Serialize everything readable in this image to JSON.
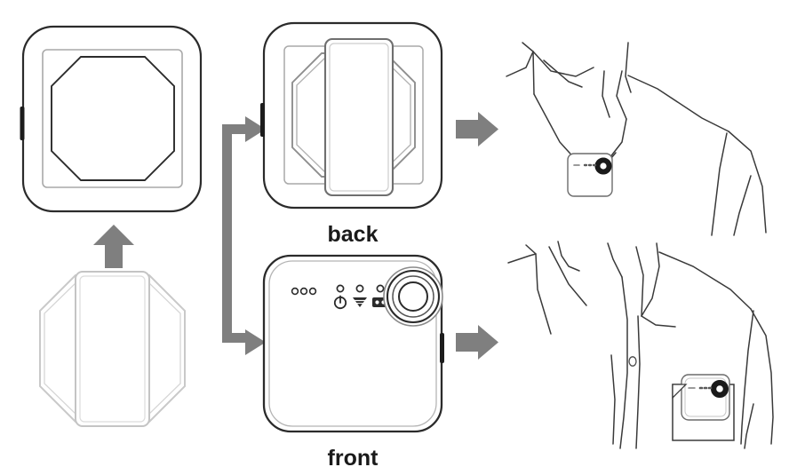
{
  "diagram": {
    "title": "Wearable clip camera assembly and wearing instructions",
    "background_color": "#ffffff",
    "line_color": "#2b2b2b",
    "ghost_line_color": "#c9c9c9",
    "arrow_color": "#7f7f7f",
    "lens_color": "#1a1a1a",
    "button_color": "#1c1c1c"
  },
  "labels": {
    "back": "back",
    "front": "front"
  },
  "panels": {
    "back_empty": {
      "name": "back-shell-empty",
      "description": "Rounded square camera body, back side, showing empty octagonal clip recess",
      "side_button": "power-button"
    },
    "clip_module": {
      "name": "octagonal-clip-module",
      "description": "Octagonal clip plate with vertical strap, shown ghosted below, inserted upward into the back recess",
      "state": "ghosted"
    },
    "back_assembled": {
      "name": "back-shell-with-clip",
      "description": "Back of camera with octagonal clip and vertical strap mounted",
      "label": "back"
    },
    "front": {
      "name": "front-face",
      "description": "Front of camera showing microphone holes, status indicators and lens",
      "label": "front",
      "microphone_holes": 3,
      "indicators": [
        {
          "name": "power-icon",
          "label": "power",
          "led": true
        },
        {
          "name": "wifi-icon",
          "label": "wifi",
          "led": true
        },
        {
          "name": "battery-icon",
          "label": "battery",
          "led": true
        }
      ],
      "lens": {
        "name": "camera-lens",
        "rings": 3
      },
      "side_button": "shutter-button"
    },
    "wear_neck": {
      "name": "wearing-on-lanyard",
      "description": "Person wearing the camera on a neck lanyard over a collared shirt"
    },
    "wear_pocket": {
      "name": "wearing-on-shirt-pocket",
      "description": "Camera clipped onto the chest pocket of a button-down shirt"
    }
  },
  "arrows": [
    {
      "name": "arrow-clip-up",
      "direction": "up",
      "from": "octagonal-clip-module",
      "to": "back-shell-empty"
    },
    {
      "name": "arrow-branch-to-back",
      "direction": "right",
      "from": "assembly",
      "to": "back-shell-with-clip"
    },
    {
      "name": "arrow-branch-to-front",
      "direction": "right",
      "from": "assembly",
      "to": "front-face"
    },
    {
      "name": "arrow-back-to-neck",
      "direction": "right",
      "from": "back-shell-with-clip",
      "to": "wearing-on-lanyard"
    },
    {
      "name": "arrow-front-to-pocket",
      "direction": "right",
      "from": "front-face",
      "to": "wearing-on-shirt-pocket"
    }
  ]
}
